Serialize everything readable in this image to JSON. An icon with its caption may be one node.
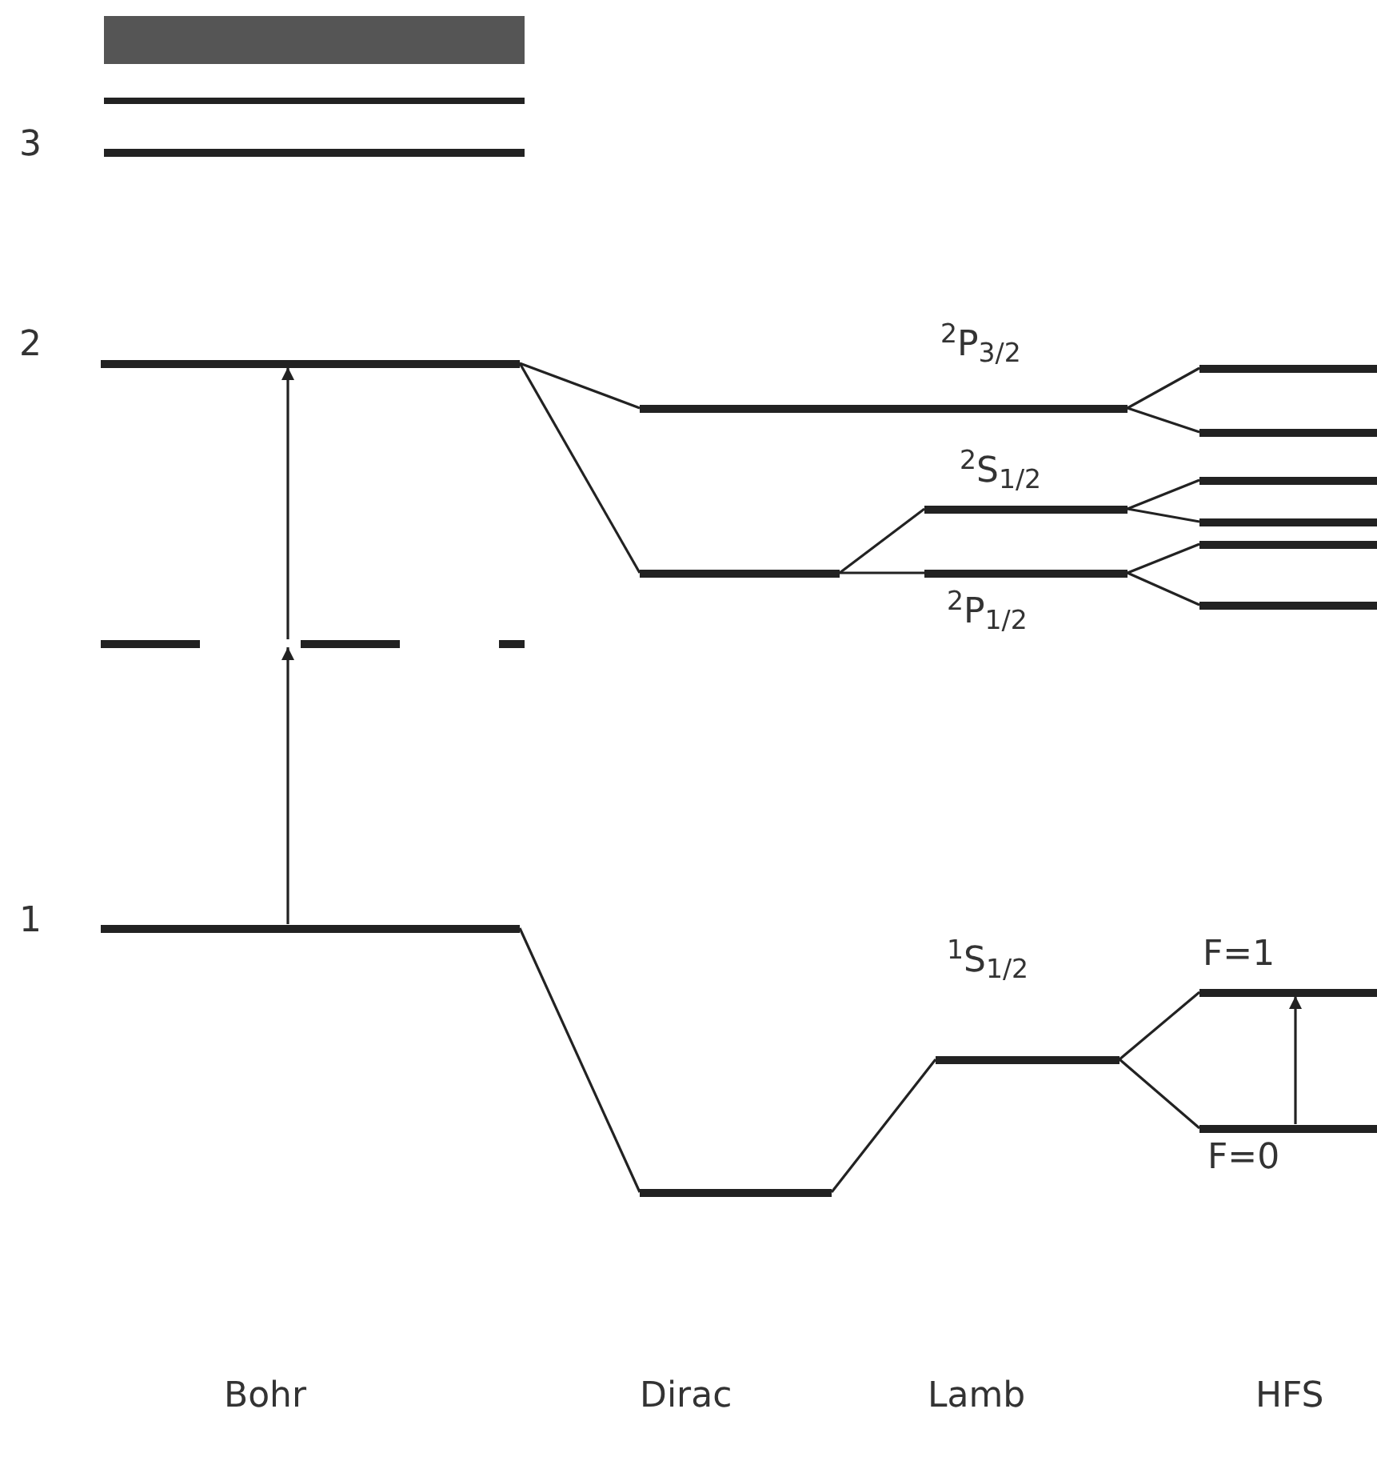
{
  "diagram": {
    "nodes": [
      {
        "text": [],
        "shape": "bar"
      },
      {
        "text": [],
        "shape": "bar"
      },
      {
        "text": [],
        "shape": "bar",
        "beside": [
          "3"
        ]
      },
      {
        "text": [],
        "shape": "bar",
        "beside": [
          "2"
        ]
      },
      {
        "text": [],
        "shape": "bar"
      },
      {
        "text": [],
        "shape": "bar",
        "beside": [
          "1"
        ]
      },
      {
        "text": [],
        "shape": "bar",
        "beside": [
          "$^{2}$P$_{3/2}$"
        ]
      },
      {
        "text": [],
        "shape": "bar"
      },
      {
        "text": [],
        "shape": "bar",
        "beside": [
          "$^{2}$S$_{1/2}$"
        ]
      },
      {
        "text": [],
        "shape": "bar",
        "beside": [
          "$^{2}$P$_{1/2}$"
        ]
      },
      {
        "text": [],
        "shape": "bar"
      },
      {
        "text": [],
        "shape": "bar"
      },
      {
        "text": [],
        "shape": "bar"
      },
      {
        "text": [],
        "shape": "bar"
      },
      {
        "text": [],
        "shape": "bar"
      },
      {
        "text": [],
        "shape": "bar"
      },
      {
        "text": [],
        "shape": "bar"
      },
      {
        "text": [],
        "shape": "bar",
        "beside": [
          "$^{1}$S$_{1/2}$"
        ]
      },
      {
        "text": [],
        "shape": "bar",
        "beside": [
          "F=1"
        ]
      },
      {
        "text": [],
        "shape": "bar",
        "beside": [
          "F=0"
        ]
      }
    ],
    "edges": [
      {
        "from": 5,
        "to": 4,
        "arrow": "to"
      },
      {
        "from": 4,
        "to": 3,
        "arrow": "to"
      },
      {
        "from": 3,
        "to": 6,
        "arrow": "none"
      },
      {
        "from": 3,
        "to": 7,
        "arrow": "none"
      },
      {
        "from": 7,
        "to": 8,
        "arrow": "none"
      },
      {
        "from": 7,
        "to": 9,
        "arrow": "none"
      },
      {
        "from": 6,
        "to": 10,
        "arrow": "none"
      },
      {
        "from": 6,
        "to": 11,
        "arrow": "none"
      },
      {
        "from": 8,
        "to": 12,
        "arrow": "none"
      },
      {
        "from": 8,
        "to": 13,
        "arrow": "none"
      },
      {
        "from": 9,
        "to": 14,
        "arrow": "none"
      },
      {
        "from": 9,
        "to": 15,
        "arrow": "none"
      },
      {
        "from": 5,
        "to": 16,
        "arrow": "none"
      },
      {
        "from": 16,
        "to": 17,
        "arrow": "none"
      },
      {
        "from": 17,
        "to": 18,
        "arrow": "none"
      },
      {
        "from": 17,
        "to": 19,
        "arrow": "none"
      },
      {
        "from": 19,
        "to": 18,
        "arrow": "to"
      }
    ],
    "labels": [
      "Bohr",
      "Dirac",
      "Lamb",
      "HFS"
    ]
  }
}
